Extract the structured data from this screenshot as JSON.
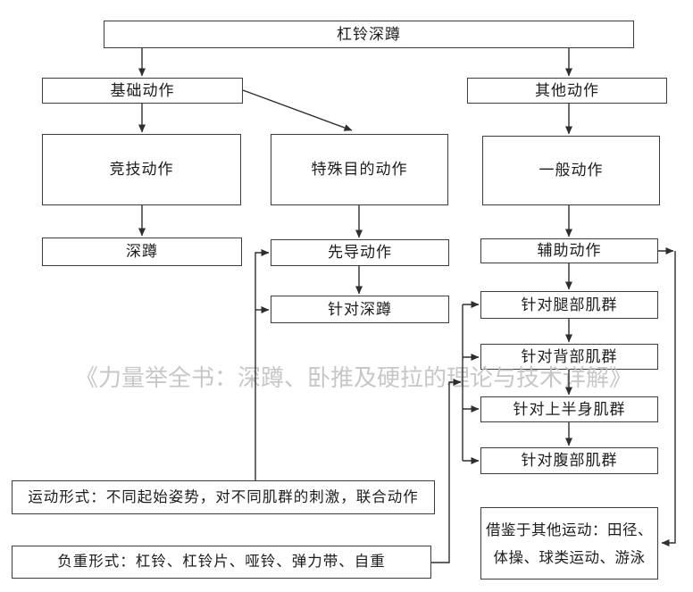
{
  "figure": {
    "description_root": "杠铃深蹲分类流程图",
    "watermark": "《力量举全书：深蹲、卧推及硬拉的理论与技术详解》"
  },
  "nodes": {
    "root": {
      "label": "杠铃深蹲"
    },
    "basic": {
      "label": "基础动作"
    },
    "other": {
      "label": "其他动作"
    },
    "competitive": {
      "label": "竞技动作"
    },
    "special_purpose": {
      "label": "特殊目的动作"
    },
    "general": {
      "label": "一般动作"
    },
    "squat": {
      "label": "深蹲"
    },
    "lead": {
      "label": "先导动作"
    },
    "assist": {
      "label": "辅助动作"
    },
    "target_squat": {
      "label": "针对深蹲"
    },
    "target_leg": {
      "label": "针对腿部肌群"
    },
    "target_back": {
      "label": "针对背部肌群"
    },
    "target_upper_body": {
      "label": "针对上半身肌群"
    },
    "target_abdominal": {
      "label": "针对腹部肌群"
    },
    "movement_form": {
      "label": "运动形式：不同起始姿势，对不同肌群的刺激，联合动作"
    },
    "load_form": {
      "label": "负重形式：杠铃、杠铃片、哑铃、弹力带、自重"
    },
    "borrowed": {
      "line1": "借鉴于其他运动：田径、",
      "line2": "体操、球类运动、游泳"
    }
  },
  "colors": {
    "border": "#3d3d3d",
    "line": "#2e2e2e",
    "text": "#1c1c1c",
    "watermark": "#c2c2c2",
    "background": "#ffffff"
  }
}
